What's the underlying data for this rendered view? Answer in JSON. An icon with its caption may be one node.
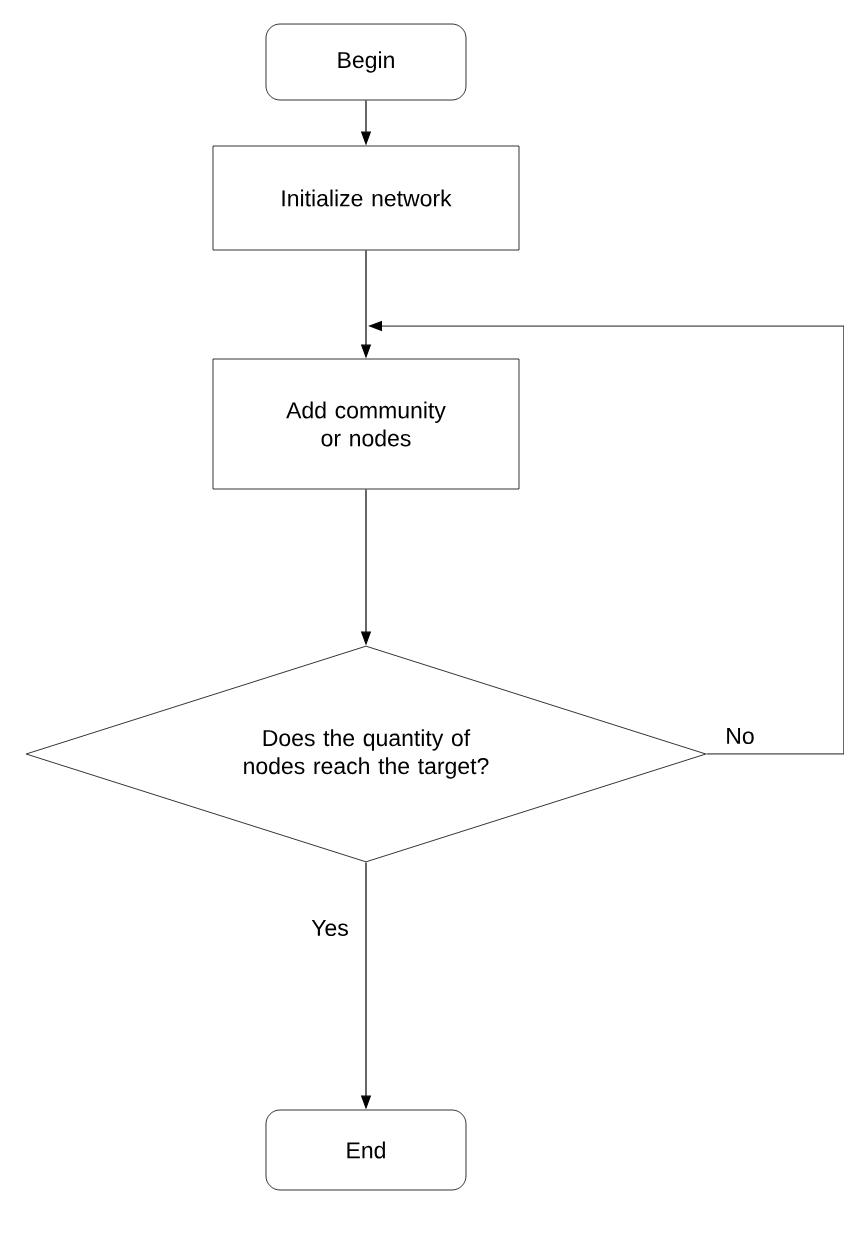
{
  "diagram": {
    "nodes": [
      {
        "text": [
          "Begin"
        ]
      },
      {
        "text": [
          "Initialize network"
        ]
      },
      {
        "text": [
          "Add community or nodes"
        ]
      },
      {
        "text": [
          "Does the quantity of nodes reach the target?"
        ]
      },
      {
        "text": [
          "End"
        ]
      }
    ],
    "edges": [
      {
        "from": 0,
        "to": 1,
        "arrow": "to"
      },
      {
        "from": 1,
        "to": 2,
        "arrow": "to"
      },
      {
        "from": 2,
        "to": 3,
        "arrow": "to"
      },
      {
        "from": 3,
        "to": 4,
        "arrow": "to",
        "label": "Yes"
      },
      {
        "from": 3,
        "to": 2,
        "arrow": "to",
        "label": "No"
      }
    ]
  }
}
